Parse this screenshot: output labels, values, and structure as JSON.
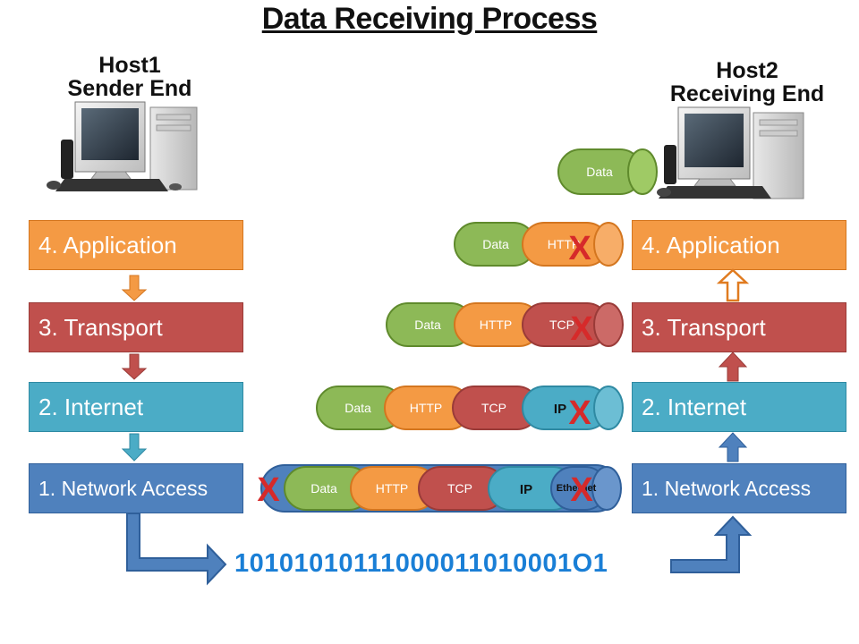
{
  "title": "Data Receiving Process",
  "host1": {
    "line1": "Host1",
    "line2": "Sender End"
  },
  "host2": {
    "line1": "Host2",
    "line2": "Receiving End"
  },
  "sender_layers": [
    {
      "label": "4. Application"
    },
    {
      "label": "3. Transport"
    },
    {
      "label": "2. Internet"
    },
    {
      "label": "1. Network Access"
    }
  ],
  "receiver_layers": [
    {
      "label": "4. Application"
    },
    {
      "label": "3. Transport"
    },
    {
      "label": "2. Internet"
    },
    {
      "label": "1. Network Access"
    }
  ],
  "bitstream": "10101010111000011010001O1",
  "segments": {
    "data": "Data",
    "http": "HTTP",
    "tcp": "TCP",
    "ip": "IP",
    "ethernet": "Ethernet"
  },
  "colors": {
    "application": "#f49a44",
    "transport": "#c0504d",
    "internet": "#4bacc6",
    "network": "#4f81bd",
    "data_segment": "#8db957",
    "remove_mark": "#d62a2a",
    "bitstream": "#1a7fd6"
  }
}
